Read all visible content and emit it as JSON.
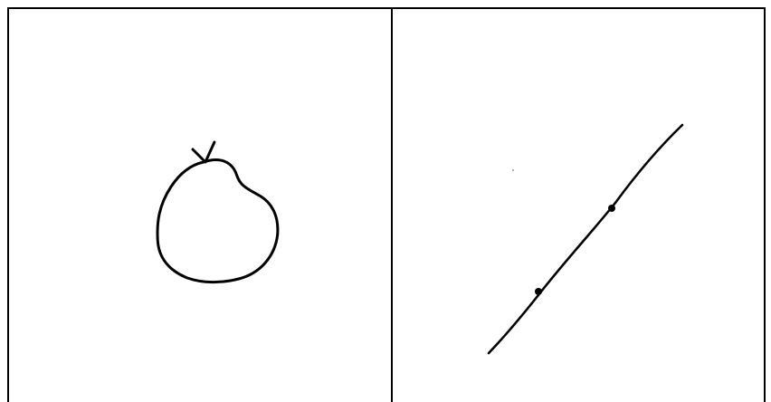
{
  "panels": [
    {
      "id": "left",
      "drawing": "closed-curve-sketch",
      "stroke_color": "#000000"
    },
    {
      "id": "right",
      "drawing": "line-with-two-points-sketch",
      "stroke_color": "#000000",
      "marked_points": 2
    }
  ],
  "colors": {
    "background": "#ffffff",
    "ink": "#000000"
  }
}
